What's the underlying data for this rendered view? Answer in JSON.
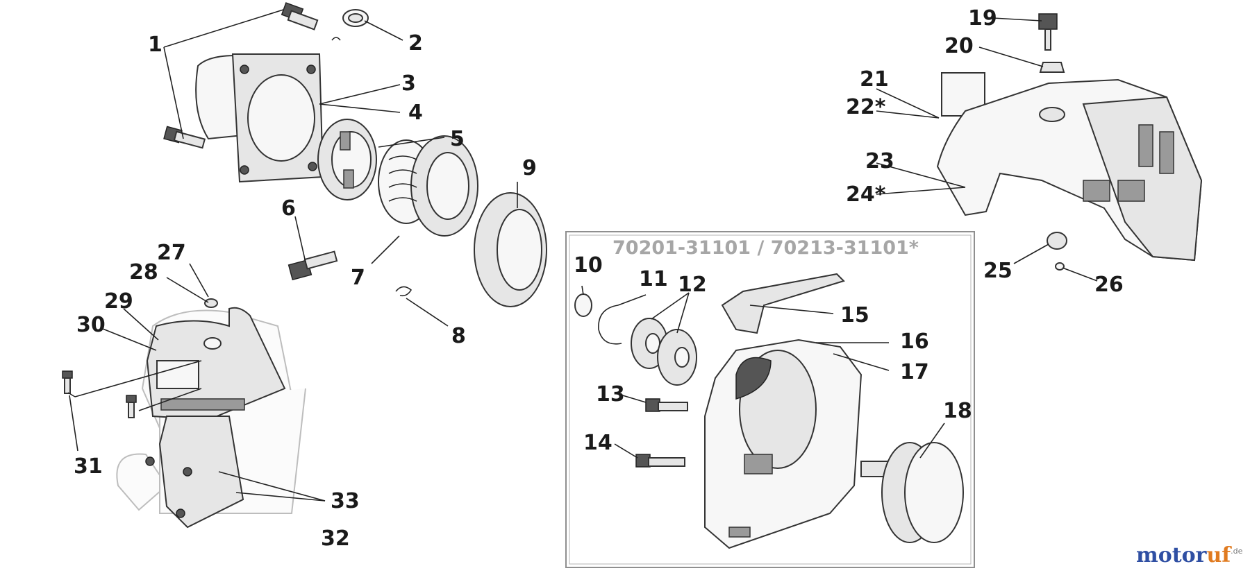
{
  "kit": {
    "code": "70201-31101 / 70213-31101*"
  },
  "watermark": {
    "part1": "motor",
    "part2": "uf",
    "suffix": ".de",
    "color_primary": "#2f4fa3",
    "color_accent": "#e07a1f"
  },
  "labels": {
    "n1": "1",
    "n2": "2",
    "n3": "3",
    "n4": "4",
    "n5": "5",
    "n6": "6",
    "n7": "7",
    "n8": "8",
    "n9": "9",
    "n10": "10",
    "n11": "11",
    "n12": "12",
    "n13": "13",
    "n14": "14",
    "n15": "15",
    "n16": "16",
    "n17": "17",
    "n18": "18",
    "n19": "19",
    "n20": "20",
    "n21": "21",
    "n22": "22*",
    "n23": "23",
    "n24": "24*",
    "n25": "25",
    "n26": "26",
    "n27": "27",
    "n28": "28",
    "n29": "29",
    "n30": "30",
    "n31": "31",
    "n32": "32",
    "n33": "33"
  }
}
